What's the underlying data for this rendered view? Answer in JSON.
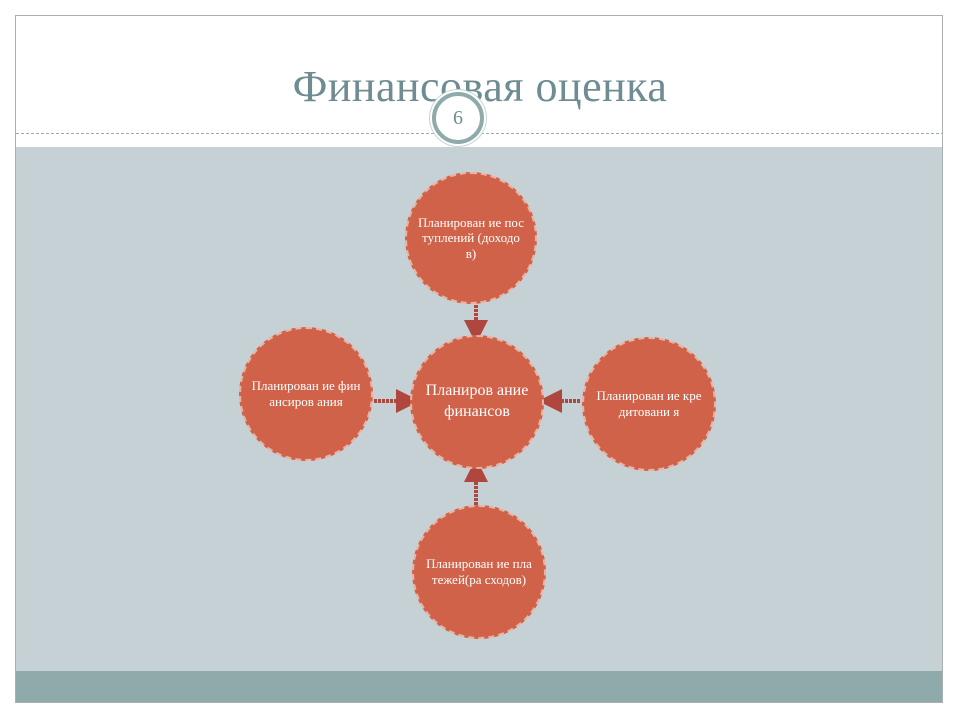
{
  "slide": {
    "title": "Финансовая оценка",
    "page_number": "6"
  },
  "diagram": {
    "center": {
      "label": "Планиров ание финансов"
    },
    "top": {
      "label": "Планирован ие поступлений (доходов)"
    },
    "right": {
      "label": "Планирован ие кредитовани я"
    },
    "bottom": {
      "label": "Планирован ие платежей(ра сходов)"
    },
    "left": {
      "label": "Планирован ие финансиров ания"
    }
  },
  "colors": {
    "node_fill": "#d06249",
    "arrow": "#b0473f",
    "title": "#6e8c92",
    "content_bg": "#c6d1d6",
    "footer_bg": "#8faaab"
  }
}
